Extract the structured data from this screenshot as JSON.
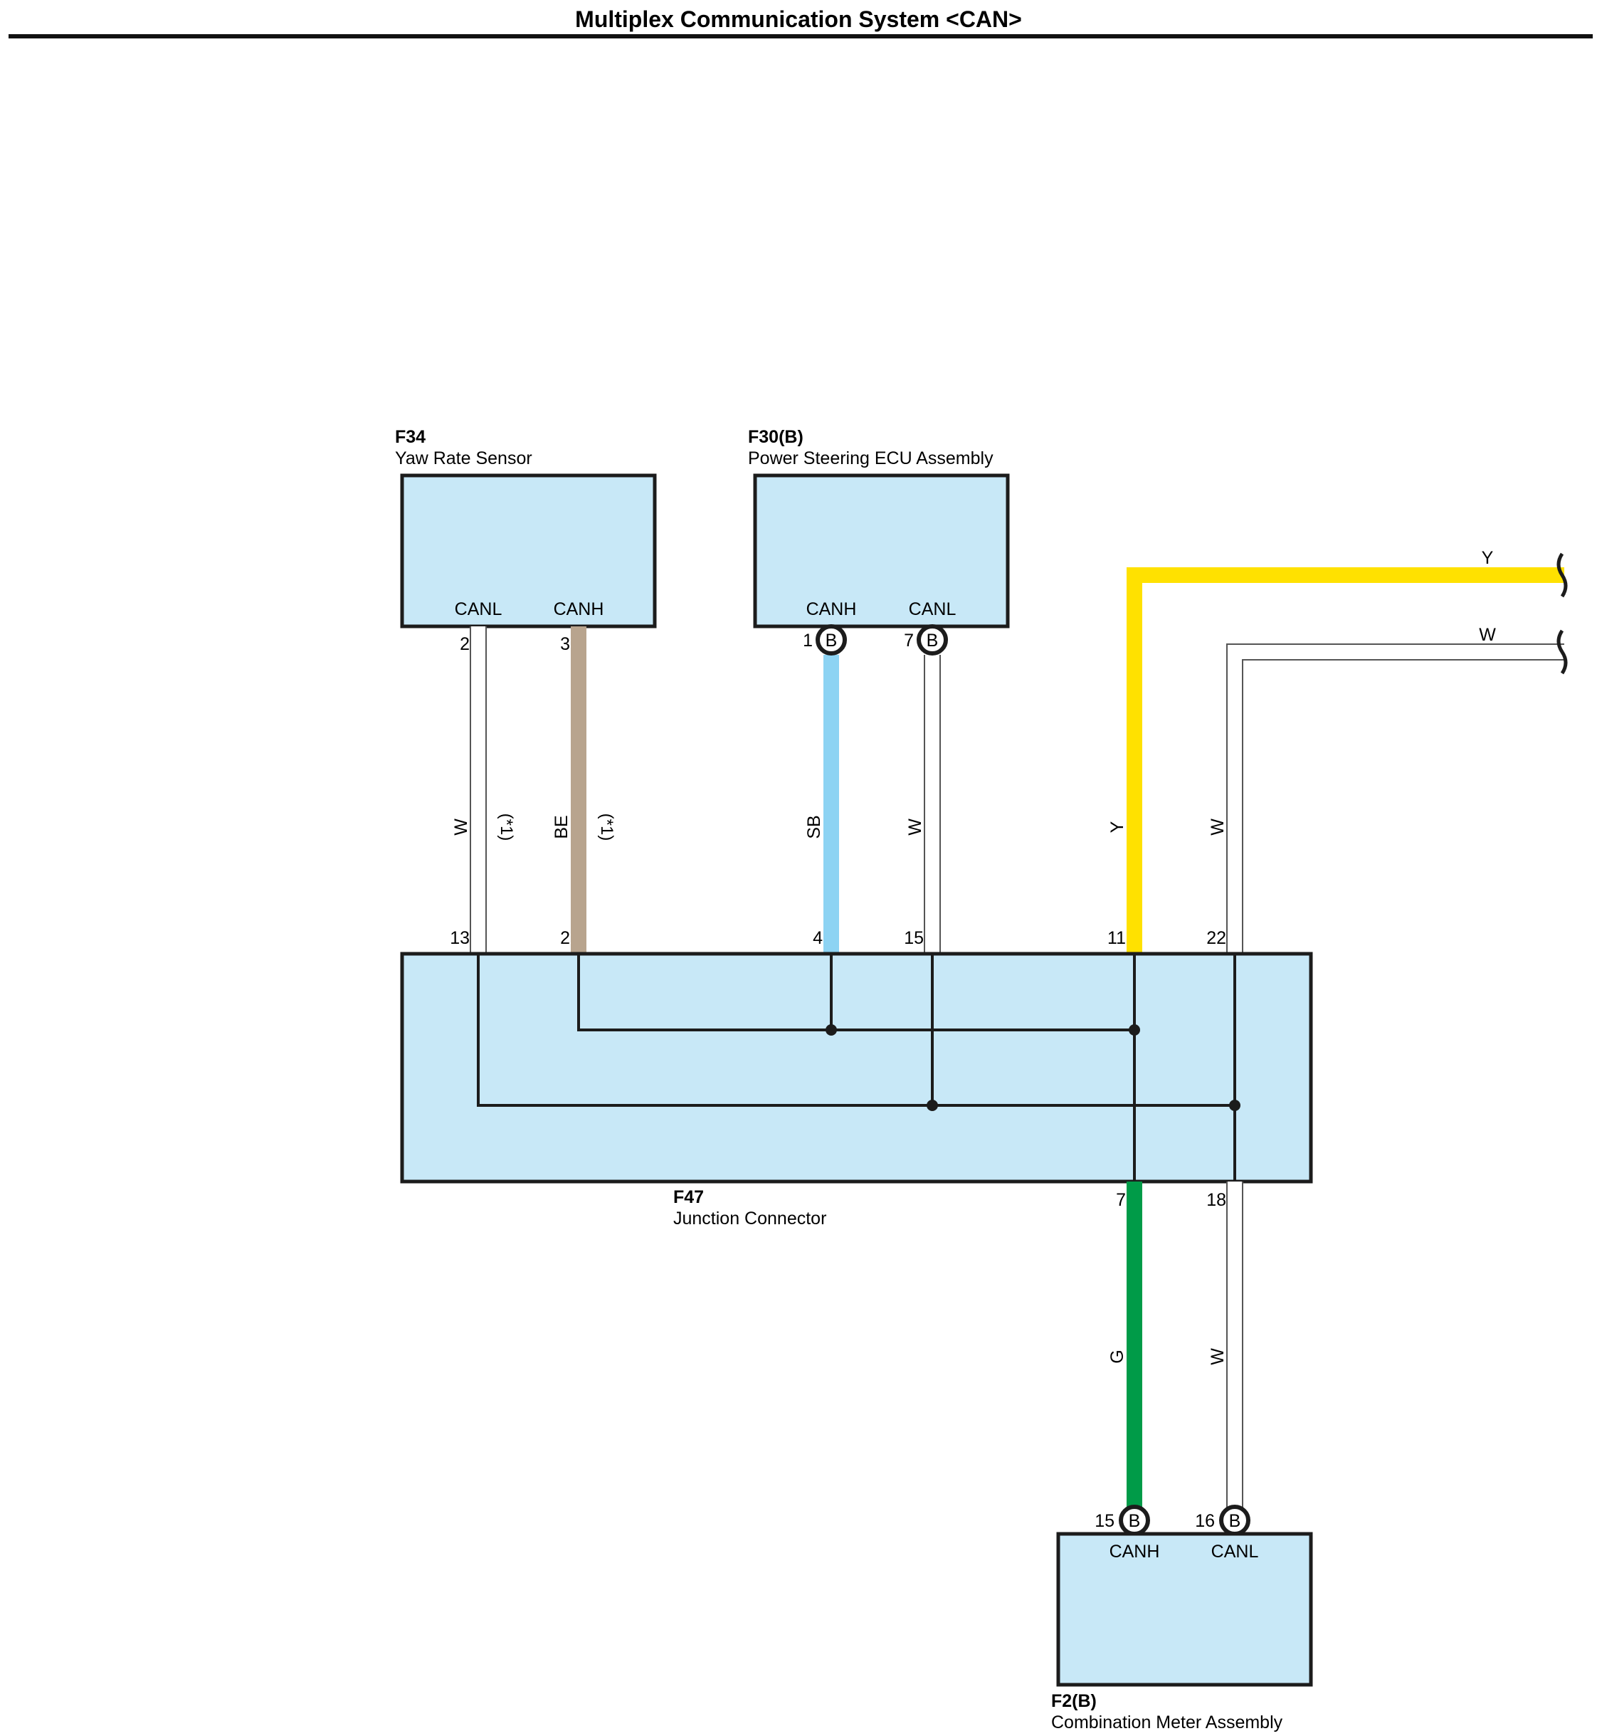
{
  "title": "Multiplex Communication System <CAN>",
  "colors": {
    "component_fill": "#c8e8f7",
    "outline": "#1c1c1c",
    "wire_Y": "#ffe100",
    "wire_BE": "#b8a48e",
    "wire_SB": "#8dd3f3",
    "wire_G": "#009b48",
    "wire_W": "#ffffff"
  },
  "components": {
    "f34": {
      "code": "F34",
      "name": "Yaw Rate Sensor",
      "pin_canl": "CANL",
      "pin_canh": "CANH",
      "pin_canl_no": "2",
      "pin_canh_no": "3"
    },
    "f30": {
      "code": "F30(B)",
      "name": "Power Steering ECU Assembly",
      "pin_canh": "CANH",
      "pin_canl": "CANL",
      "pin_canh_no": "1",
      "pin_canl_no": "7",
      "connector_mark": "B"
    },
    "f47": {
      "code": "F47",
      "name": "Junction Connector",
      "pins_top": [
        "13",
        "2",
        "4",
        "15",
        "11",
        "22"
      ],
      "pins_bottom": [
        "7",
        "18"
      ]
    },
    "f2": {
      "code": "F2(B)",
      "name": "Combination Meter Assembly",
      "pin_canh": "CANH",
      "pin_canl": "CANL",
      "pin_canh_no": "15",
      "pin_canl_no": "16",
      "connector_mark": "B"
    }
  },
  "wires": {
    "f34_canl": {
      "color_code": "W",
      "note": "(*1)"
    },
    "f34_canh": {
      "color_code": "BE",
      "note": "(*1)"
    },
    "f30_canh": {
      "color_code": "SB"
    },
    "f30_canl": {
      "color_code": "W"
    },
    "ext_canh": {
      "color_code": "Y"
    },
    "ext_canl": {
      "color_code": "W"
    },
    "f2_canh": {
      "color_code": "G"
    },
    "f2_canl": {
      "color_code": "W"
    }
  }
}
